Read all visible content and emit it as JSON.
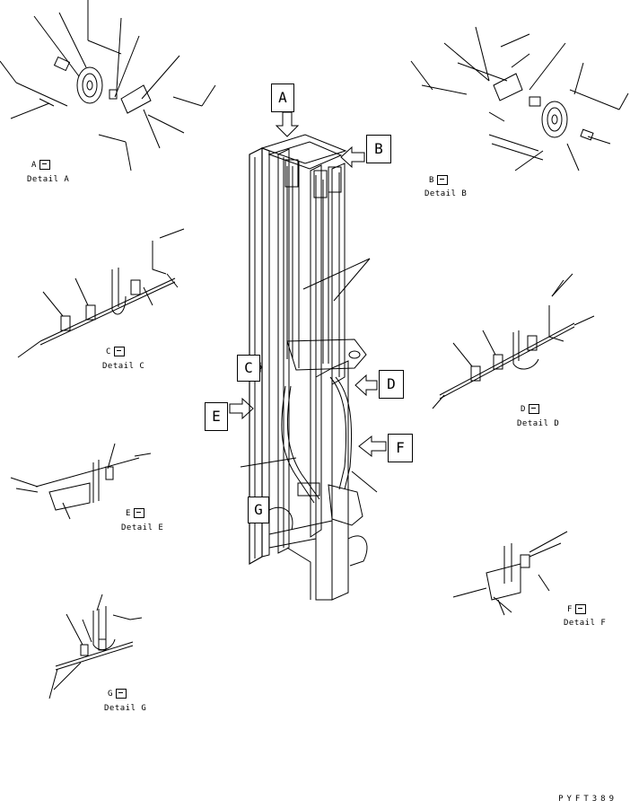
{
  "callouts": {
    "a": "A",
    "b": "B",
    "c": "C",
    "d": "D",
    "e": "E",
    "f": "F",
    "g": "G"
  },
  "details": {
    "a": {
      "letter": "A",
      "caption": "Detail A"
    },
    "b": {
      "letter": "B",
      "caption": "Detail B"
    },
    "c": {
      "letter": "C",
      "caption": "Detail C"
    },
    "d": {
      "letter": "D",
      "caption": "Detail D"
    },
    "e": {
      "letter": "E",
      "caption": "Detail E"
    },
    "f": {
      "letter": "F",
      "caption": "Detail F"
    },
    "g": {
      "letter": "G",
      "caption": "Detail G"
    }
  },
  "figure_code": "PYFT389"
}
